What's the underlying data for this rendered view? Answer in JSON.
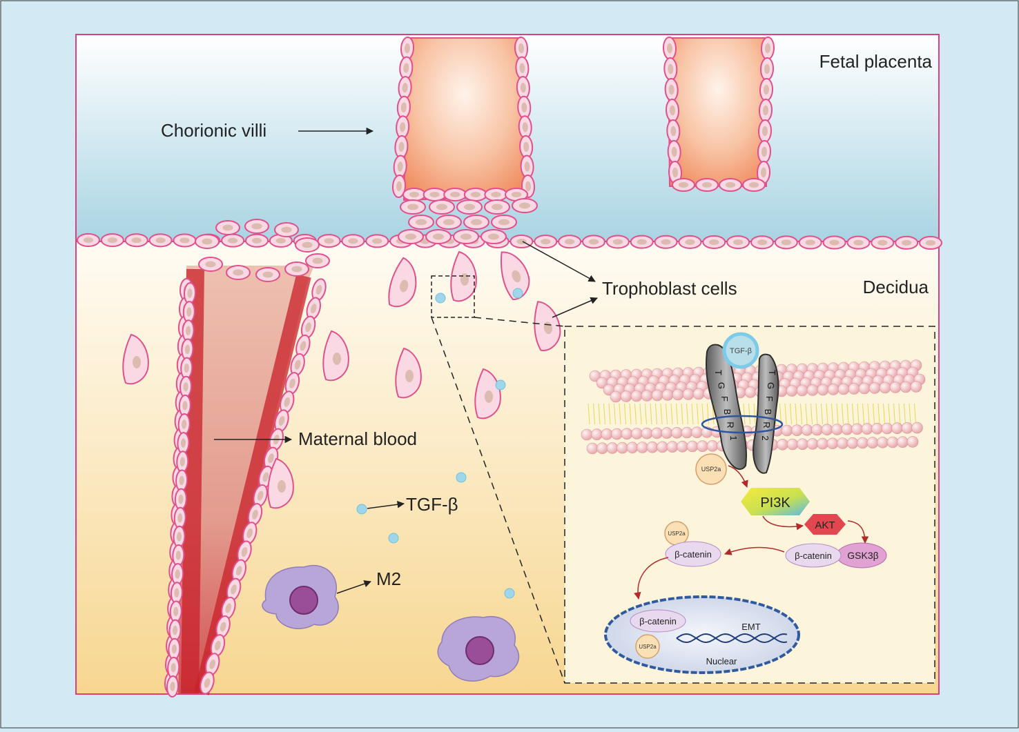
{
  "labels": {
    "fetal_placenta": "Fetal placenta",
    "chorionic_villi": "Chorionic villi",
    "decidua": "Decidua",
    "trophoblast_cells": "Trophoblast cells",
    "maternal_blood": "Maternal blood",
    "tgf_beta": "TGF-β",
    "m2": "M2"
  },
  "pathway": {
    "ligand": "TGF-β",
    "receptor_1_letters": [
      "T",
      "G",
      "F",
      "B",
      "R",
      "1"
    ],
    "receptor_2_letters": [
      "T",
      "G",
      "F",
      "B",
      "R",
      "2"
    ],
    "usp2a": "USP2a",
    "pi3k": "PI3K",
    "akt": "AKT",
    "gsk3b": "GSK3β",
    "beta_catenin": "β-catenin",
    "emt": "EMT",
    "nuclear": "Nuclear"
  },
  "colors": {
    "background_frame": "#d3e9f3",
    "border": "#d9407e",
    "villus_core": "#f29868",
    "cell_fill": "#fbd9e4",
    "cell_stroke": "#e0508a",
    "blood_vessel": "#c6222c",
    "tgf_particle": "#9fd6ea",
    "macrophage": "#b7a7d8",
    "pi3k_gradient": [
      "#f5e74b",
      "#6ec3e6"
    ],
    "akt": "#e2474f",
    "gsk3b": "#d993c8",
    "nuclear_border": "#2f5aa0"
  }
}
